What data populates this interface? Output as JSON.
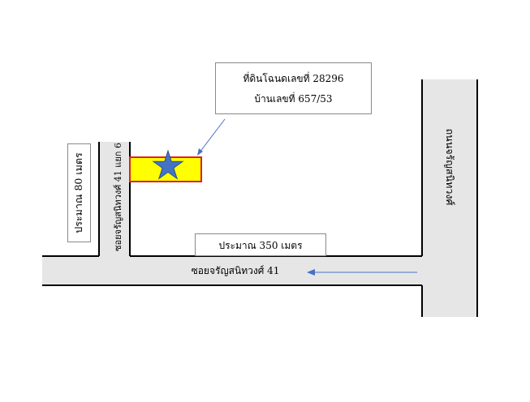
{
  "callout": {
    "line1": "ที่ดินโฉนดเลขที่ 28296",
    "line2": "บ้านเลขที่ 657/53"
  },
  "labels": {
    "main_soi": "ซอยจรัญสนิทวงศ์ 41",
    "side_soi": "ซอยจรัญสนิทวงศ์ 41 แยก 6",
    "main_road": "ถนนจรัญสนิทวงศ์",
    "distance_350": "ประมาณ 350 เมตร",
    "distance_80": "ประมาณ 80 เมตร"
  },
  "colors": {
    "road_fill": "#e6e6e6",
    "plot_fill": "#ffff00",
    "plot_border": "#e02020",
    "star": "#4472c4",
    "arrow": "#4472c4"
  },
  "icons": {
    "marker": "star-icon",
    "direction": "arrow-left-icon"
  }
}
